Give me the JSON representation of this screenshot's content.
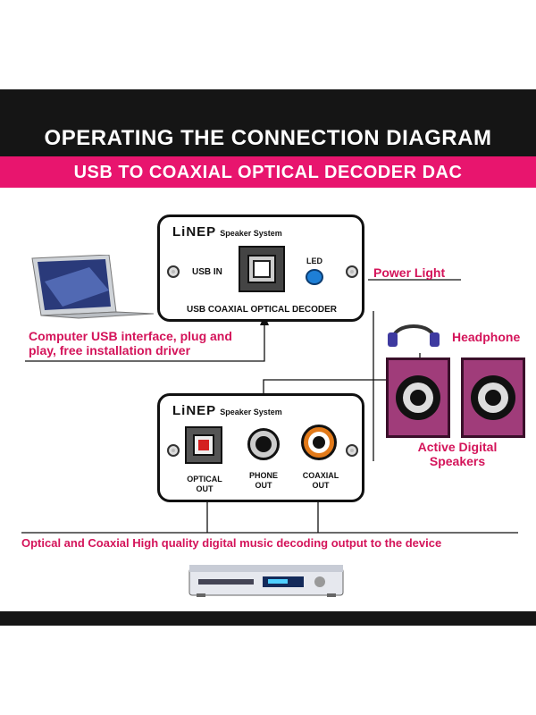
{
  "header": {
    "title": "OPERATING THE CONNECTION DIAGRAM",
    "subtitle": "USB TO COAXIAL OPTICAL DECODER DAC"
  },
  "top_panel": {
    "brand": "LiNEP",
    "brand_sub": "Speaker System",
    "usb_label": "USB IN",
    "led_label": "LED",
    "footer": "USB COAXIAL OPTICAL DECODER"
  },
  "bottom_panel": {
    "brand": "LiNEP",
    "brand_sub": "Speaker System",
    "optical_label": [
      "OPTICAL",
      "OUT"
    ],
    "phone_label": [
      "PHONE",
      "OUT"
    ],
    "coaxial_label": [
      "COAXIAL",
      "OUT"
    ]
  },
  "callouts": {
    "power_light": "Power Light",
    "computer_line1": "Computer USB interface, plug and",
    "computer_line2": "play, free installation driver",
    "headphone": "Headphone",
    "speakers_line1": "Active Digital",
    "speakers_line2": "Speakers",
    "output": "Optical and Coaxial High quality digital music decoding output to the device"
  },
  "colors": {
    "accent": "#e8156e",
    "callout": "#d4145a",
    "speaker": "#a03c7a",
    "led": "#1e7fd6"
  },
  "icons": {
    "laptop": "laptop-icon",
    "headphone": "headphone-icon",
    "dvd": "dvd-player-icon"
  }
}
